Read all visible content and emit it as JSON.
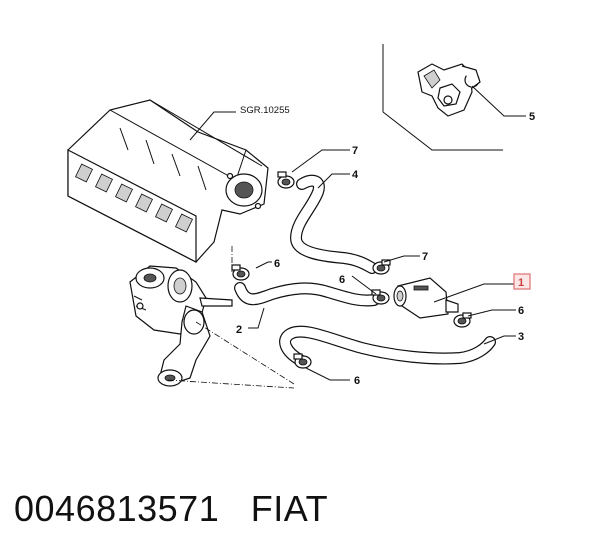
{
  "diagram": {
    "callouts": [
      {
        "id": "c1",
        "label": "1",
        "highlighted": true
      },
      {
        "id": "c2",
        "label": "2"
      },
      {
        "id": "c3",
        "label": "3"
      },
      {
        "id": "c4",
        "label": "4"
      },
      {
        "id": "c5",
        "label": "5"
      },
      {
        "id": "c6a",
        "label": "6"
      },
      {
        "id": "c6b",
        "label": "6"
      },
      {
        "id": "c6c",
        "label": "6"
      },
      {
        "id": "c6d",
        "label": "6"
      },
      {
        "id": "c7a",
        "label": "7"
      },
      {
        "id": "c7b",
        "label": "7"
      }
    ],
    "reference_label": "SGR.10255",
    "highlight_color": "#e07070"
  },
  "footer": {
    "part_number": "0046813571",
    "brand": "FIAT"
  }
}
